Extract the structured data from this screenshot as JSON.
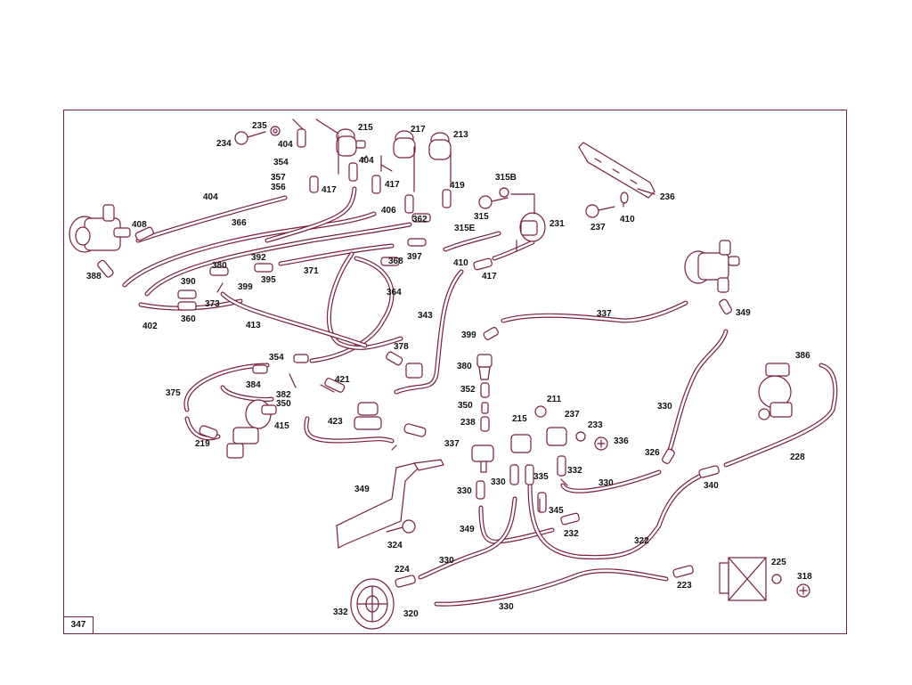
{
  "page_number": "347",
  "labels": [
    "235",
    "215",
    "217",
    "213",
    "234",
    "404",
    "354",
    "404",
    "357",
    "356",
    "417",
    "417",
    "419",
    "406",
    "404",
    "408",
    "366",
    "362",
    "315E",
    "315B",
    "315",
    "231",
    "236",
    "237",
    "410",
    "388",
    "380",
    "392",
    "395",
    "371",
    "368",
    "397",
    "410",
    "417",
    "390",
    "399",
    "373",
    "364",
    "360",
    "402",
    "413",
    "343",
    "337",
    "349",
    "399",
    "378",
    "354",
    "380",
    "384",
    "421",
    "375",
    "382",
    "350",
    "352",
    "350",
    "238",
    "211",
    "215",
    "237",
    "233",
    "336",
    "330",
    "386",
    "415",
    "423",
    "219",
    "337",
    "332",
    "326",
    "228",
    "349",
    "330",
    "330",
    "335",
    "330",
    "340",
    "345",
    "349",
    "232",
    "324",
    "322",
    "330",
    "224",
    "225",
    "318",
    "332",
    "320",
    "330",
    "223"
  ]
}
